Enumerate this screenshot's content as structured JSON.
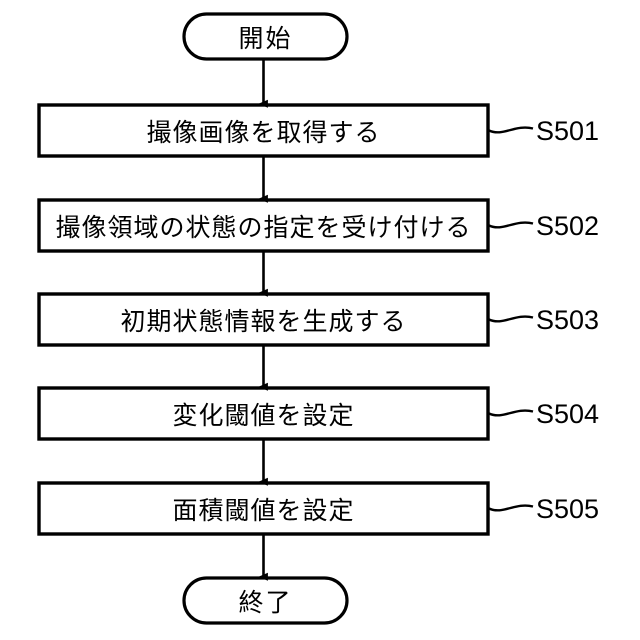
{
  "diagram": {
    "type": "flowchart",
    "orientation": "vertical",
    "language": "ja",
    "background_color": "#ffffff",
    "line_color": "#000000",
    "text_color": "#000000"
  },
  "nodes": {
    "start": {
      "label": "開始",
      "shape": "terminator"
    },
    "end": {
      "label": "終了",
      "shape": "terminator"
    },
    "steps": [
      {
        "label": "撮像画像を取得する",
        "step_id": "S501",
        "shape": "process"
      },
      {
        "label": "撮像領域の状態の指定を受け付ける",
        "step_id": "S502",
        "shape": "process"
      },
      {
        "label": "初期状態情報を生成する",
        "step_id": "S503",
        "shape": "process"
      },
      {
        "label": "変化閾値を設定",
        "step_id": "S504",
        "shape": "process"
      },
      {
        "label": "面積閾値を設定",
        "step_id": "S505",
        "shape": "process"
      }
    ]
  }
}
